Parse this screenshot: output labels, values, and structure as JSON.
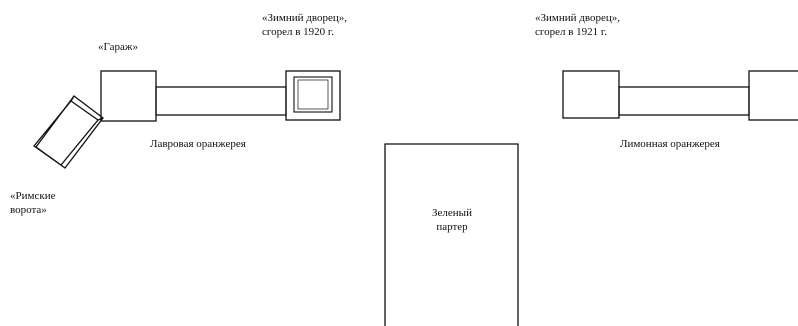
{
  "labels": {
    "winter_palace_left": "«Зимний дворец»,\nсгорел в 1920 г.",
    "winter_palace_right": "«Зимний дворец»,\nсгорел в 1921 г.",
    "garage": "«Гараж»",
    "roman_gate": "«Римские\nворота»",
    "laurel_greenhouse": "Лавровая оранжерея",
    "lemon_greenhouse": "Лимонная оранжерея",
    "green_parterre": "Зеленый\nпартер"
  }
}
